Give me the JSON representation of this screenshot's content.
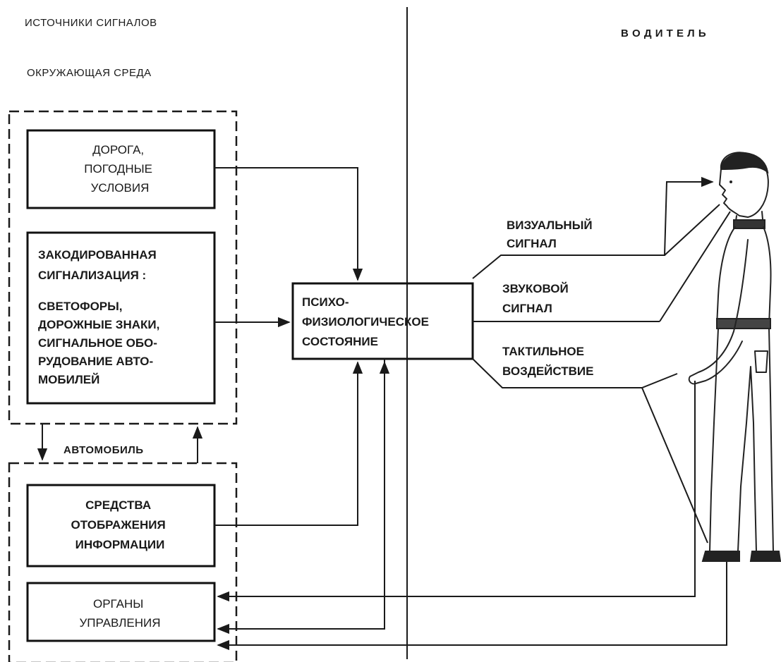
{
  "headers": {
    "sources": "ИСТОЧНИКИ СИГНАЛОВ",
    "driver": "В О Д И Т Е Л Ь",
    "environment": "ОКРУЖАЮЩАЯ СРЕДА",
    "car": "АВТОМОБИЛЬ"
  },
  "boxes": {
    "road": [
      "ДОРОГА,",
      "ПОГОДНЫЕ",
      "УСЛОВИЯ"
    ],
    "signaling": [
      "ЗАКОДИРОВАННАЯ",
      "СИГНАЛИЗАЦИЯ :",
      "СВЕТОФОРЫ,",
      "ДОРОЖНЫЕ ЗНАКИ,",
      "СИГНАЛЬНОЕ ОБО-",
      "РУДОВАНИЕ АВТО-",
      "МОБИЛЕЙ"
    ],
    "psycho": [
      "ПСИХО-",
      "ФИЗИОЛОГИЧЕСКОЕ",
      "СОСТОЯНИЕ"
    ],
    "display": [
      "СРЕДСТВА",
      "ОТОБРАЖЕНИЯ",
      "ИНФОРМАЦИИ"
    ],
    "controls": [
      "ОРГАНЫ",
      "УПРАВЛЕНИЯ"
    ]
  },
  "signals": {
    "visual": [
      "ВИЗУАЛЬНЫЙ",
      "СИГНАЛ"
    ],
    "sound": [
      "ЗВУКОВОЙ",
      "СИГНАЛ"
    ],
    "tactile": [
      "ТАКТИЛЬНОЕ",
      "ВОЗДЕЙСТВИЕ"
    ]
  }
}
